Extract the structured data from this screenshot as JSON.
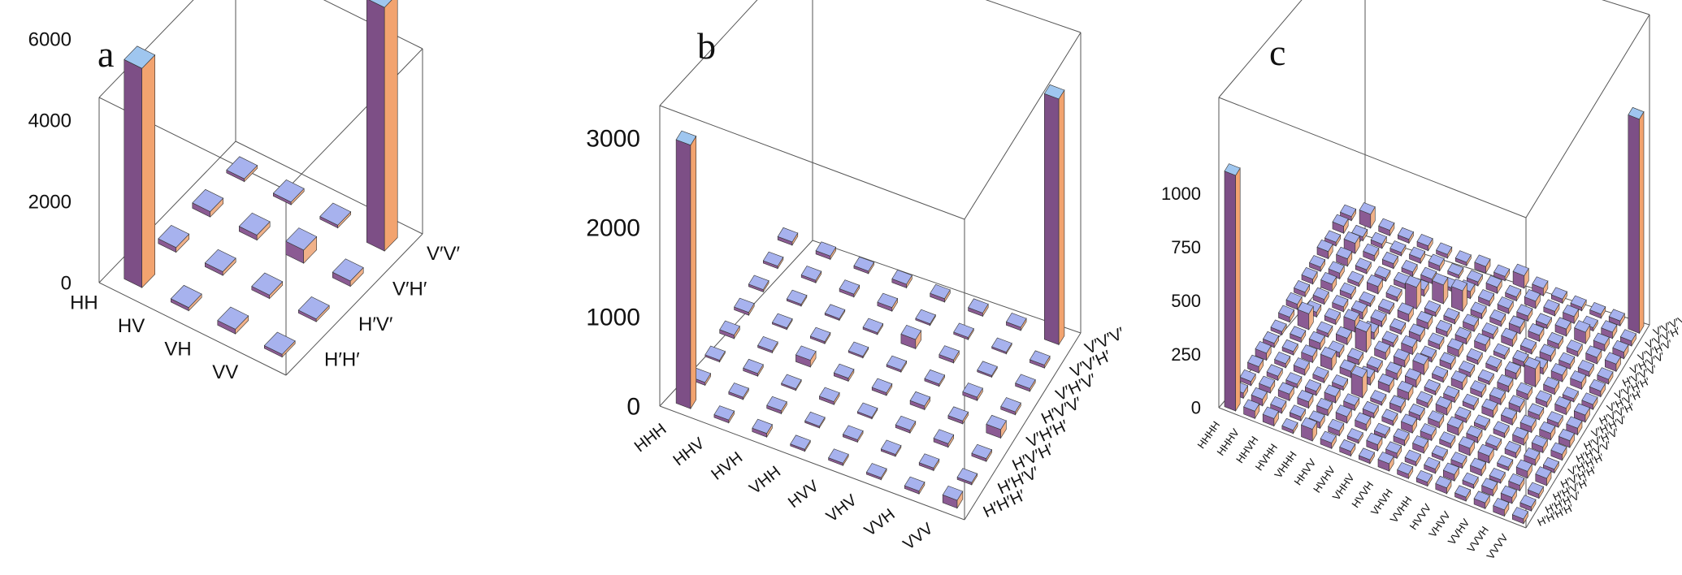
{
  "colors": {
    "top": "#a7b2ee",
    "left": "#8b5b93",
    "right": "#f0b189",
    "tall_left": "#7d4f86",
    "tall_right": "#f2a36f",
    "tall_top": "#9fc6ef",
    "axis": "#555555"
  },
  "chart_data": [
    {
      "type": "bar3d",
      "panel_label": "a",
      "z_ticks": [
        "0",
        "2000",
        "4000",
        "6000"
      ],
      "z_range": [
        0,
        6000
      ],
      "row_categories": [
        "HH",
        "HV",
        "VH",
        "VV"
      ],
      "col_categories": [
        "H′H′",
        "H′V′",
        "V′H′",
        "V′V′"
      ],
      "diagonal": {
        "first": 5400,
        "last": 6000
      },
      "background_level": 100
    },
    {
      "type": "bar3d",
      "panel_label": "b",
      "z_ticks": [
        "0",
        "1000",
        "2000",
        "3000"
      ],
      "z_range": [
        0,
        3000
      ],
      "row_categories": [
        "HHH",
        "HHV",
        "HVH",
        "VHH",
        "HVV",
        "VHV",
        "VVH",
        "VVV"
      ],
      "col_categories": [
        "H′H′H′",
        "H′H′V′",
        "H′V′H′",
        "V′H′H′",
        "H′V′V′",
        "V′H′V′",
        "V′V′H′",
        "V′V′V′"
      ],
      "diagonal": {
        "first": 2950,
        "last": 2750
      },
      "background_level": 30
    },
    {
      "type": "bar3d",
      "panel_label": "c",
      "z_ticks": [
        "0",
        "250",
        "500",
        "750",
        "1000"
      ],
      "z_range": [
        0,
        1100
      ],
      "row_categories": [
        "HHHH",
        "HHHV",
        "HHVH",
        "HVHH",
        "VHHH",
        "HHVV",
        "HVHV",
        "VHHV",
        "HVVH",
        "VHVH",
        "VVHH",
        "HVVV",
        "VHVV",
        "VVHV",
        "VVVH",
        "VVVV"
      ],
      "col_categories": [
        "H′H′H′H′",
        "H′H′H′V′",
        "H′H′V′H′",
        "H′V′H′H′",
        "V′H′H′H′",
        "H′H′V′V′",
        "H′V′H′V′",
        "V′H′H′V′",
        "H′V′V′H′",
        "V′H′V′H′",
        "V′V′H′H′",
        "H′V′V′V′",
        "V′H′V′V′",
        "V′V′H′V′",
        "V′V′V′H′",
        "V′V′V′V′"
      ],
      "diagonal": {
        "first": 1100,
        "last": 1000
      },
      "background_level": 25
    }
  ]
}
